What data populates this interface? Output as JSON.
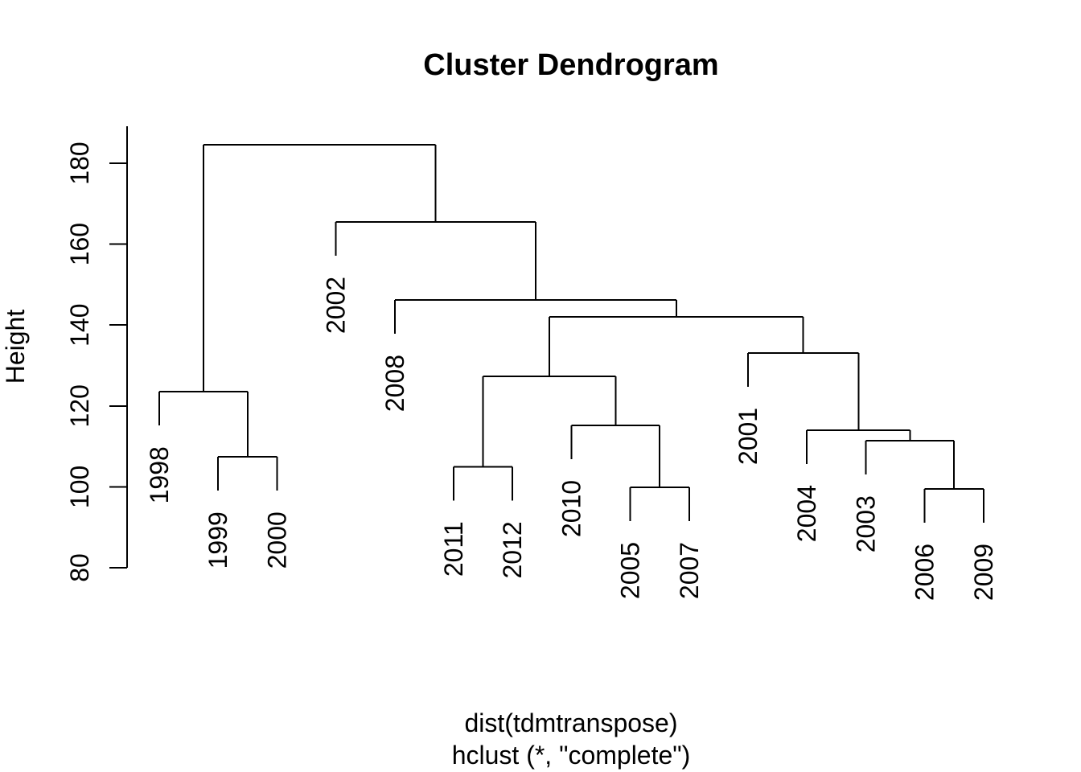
{
  "figure": {
    "background": "#ffffff",
    "line_color": "#000000",
    "text_color": "#000000"
  },
  "chart_data": {
    "type": "dendrogram",
    "title": "Cluster Dendrogram",
    "ylabel": "Height",
    "xlabel": "dist(tdmtranspose)",
    "method_caption": "hclust (*, \"complete\")",
    "linkage": "complete",
    "ylim": [
      80,
      189
    ],
    "yticks": [
      80,
      100,
      120,
      140,
      160,
      180
    ],
    "grid": false,
    "legend": "none",
    "leaf_order": [
      "1998",
      "1999",
      "2000",
      "2002",
      "2008",
      "2011",
      "2012",
      "2010",
      "2005",
      "2007",
      "2001",
      "2004",
      "2003",
      "2006",
      "2009"
    ],
    "tree": {
      "height": 184.6,
      "children": [
        {
          "height": 123.5,
          "children": [
            {
              "leaf": "1998"
            },
            {
              "height": 107.4,
              "children": [
                {
                  "leaf": "1999"
                },
                {
                  "leaf": "2000"
                }
              ]
            }
          ]
        },
        {
          "height": 165.5,
          "children": [
            {
              "leaf": "2002"
            },
            {
              "height": 146.2,
              "children": [
                {
                  "leaf": "2008"
                },
                {
                  "height": 142.0,
                  "children": [
                    {
                      "height": 127.3,
                      "children": [
                        {
                          "height": 105.0,
                          "children": [
                            {
                              "leaf": "2011"
                            },
                            {
                              "leaf": "2012"
                            }
                          ]
                        },
                        {
                          "height": 115.2,
                          "children": [
                            {
                              "leaf": "2010"
                            },
                            {
                              "height": 99.9,
                              "children": [
                                {
                                  "leaf": "2005"
                                },
                                {
                                  "leaf": "2007"
                                }
                              ]
                            }
                          ]
                        }
                      ]
                    },
                    {
                      "height": 133.1,
                      "children": [
                        {
                          "leaf": "2001"
                        },
                        {
                          "height": 114.0,
                          "children": [
                            {
                              "leaf": "2004"
                            },
                            {
                              "height": 111.4,
                              "children": [
                                {
                                  "leaf": "2003"
                                },
                                {
                                  "height": 99.5,
                                  "children": [
                                    {
                                      "leaf": "2006"
                                    },
                                    {
                                      "leaf": "2009"
                                    }
                                  ]
                                }
                              ]
                            }
                          ]
                        }
                      ]
                    }
                  ]
                }
              ]
            }
          ]
        }
      ]
    }
  }
}
